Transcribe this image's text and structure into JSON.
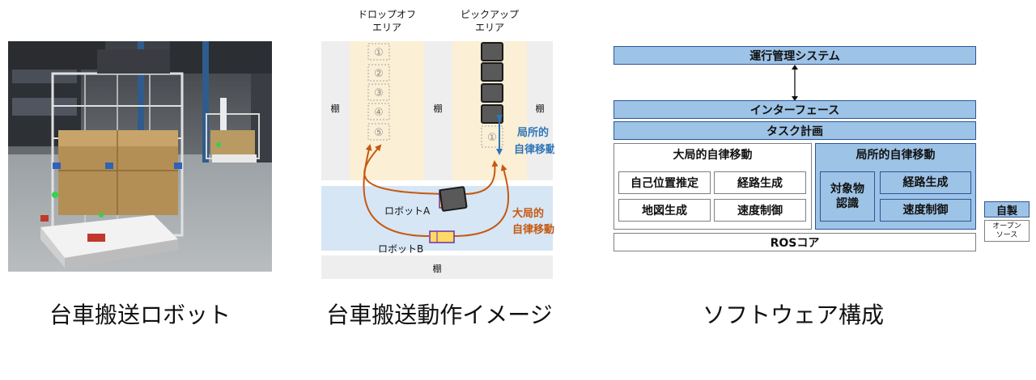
{
  "captions": {
    "photo": "台車搬送ロボット",
    "motion": "台車搬送動作イメージ",
    "software": "ソフトウェア構成"
  },
  "motion_diagram": {
    "dropoff_label_line1": "ドロップオフ",
    "dropoff_label_line2": "エリア",
    "pickup_label_line1": "ピックアップ",
    "pickup_label_line2": "エリア",
    "shelf": "棚",
    "slots": [
      "①",
      "②",
      "③",
      "④",
      "⑤"
    ],
    "local_line1": "局所的",
    "local_line2": "自律移動",
    "global_line1": "大局的",
    "global_line2": "自律移動",
    "robot_a": "ロボットA",
    "robot_b": "ロボットB",
    "colors": {
      "area": "#fbefd5",
      "lane": "#d6e6f5",
      "shelf": "#eeeeee",
      "path": "#c65911",
      "local": "#2e75b6"
    }
  },
  "software": {
    "ops": "運行管理システム",
    "interface": "インターフェース",
    "task": "タスク計画",
    "global_title": "大局的自律移動",
    "global_cells": [
      "自己位置推定",
      "経路生成",
      "地図生成",
      "速度制御"
    ],
    "local_title": "局所的自律移動",
    "local_cells": [
      "対象物",
      "認識",
      "経路生成",
      "速度制御"
    ],
    "ros": "ROSコア",
    "legend_own": "自製",
    "legend_open_line1": "オープン",
    "legend_open_line2": "ソース",
    "colors": {
      "own": "#9dc3e6",
      "open": "#ffffff"
    }
  }
}
